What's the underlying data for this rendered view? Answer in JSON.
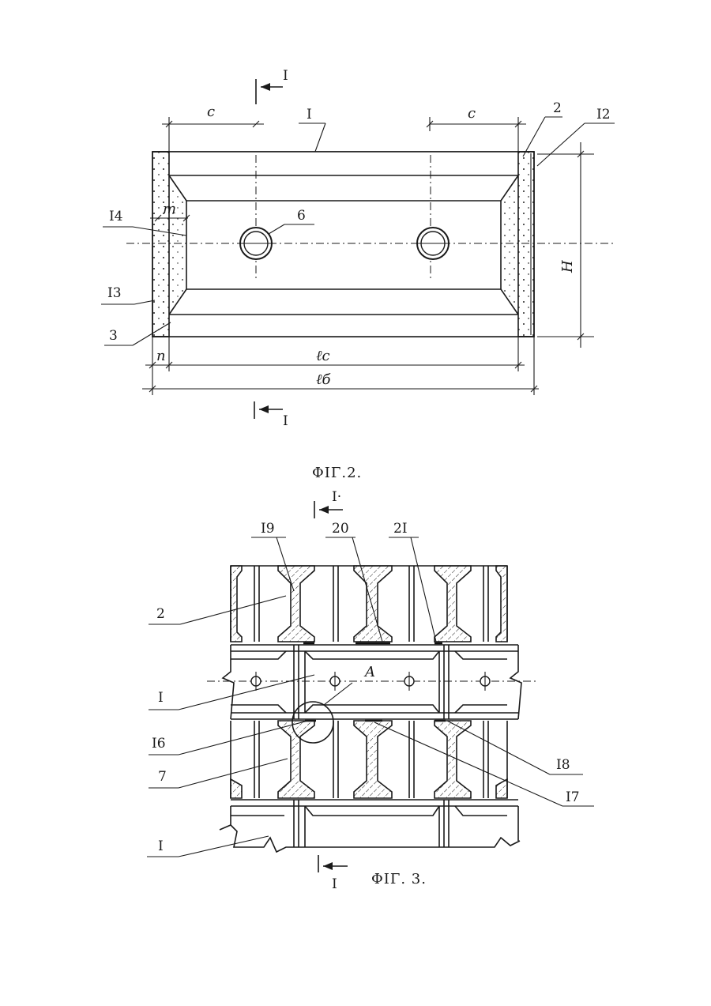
{
  "fig2": {
    "caption": "ΦΙΓ.2.",
    "section_mark": "I",
    "labels": {
      "c_left": "c",
      "c_right": "c",
      "part_1": "I",
      "part_2": "2",
      "part_12": "I2",
      "part_14": "I4",
      "dim_m": "m",
      "part_6": "6",
      "part_13": "I3",
      "part_3": "3",
      "dim_H": "H",
      "dim_n": "n",
      "dim_lc": "ℓc",
      "dim_lb": "ℓб"
    }
  },
  "fig3": {
    "caption": "ΦΙΓ. 3.",
    "section_mark_top": "I·",
    "section_mark_bottom": "I",
    "labels": {
      "part_19": "I9",
      "part_20": "20",
      "part_21": "2I",
      "part_2": "2",
      "part_1_top": "I",
      "detail_A": "A",
      "part_16": "I6",
      "part_18": "I8",
      "part_7": "7",
      "part_17": "I7",
      "part_1_bottom": "I"
    }
  }
}
